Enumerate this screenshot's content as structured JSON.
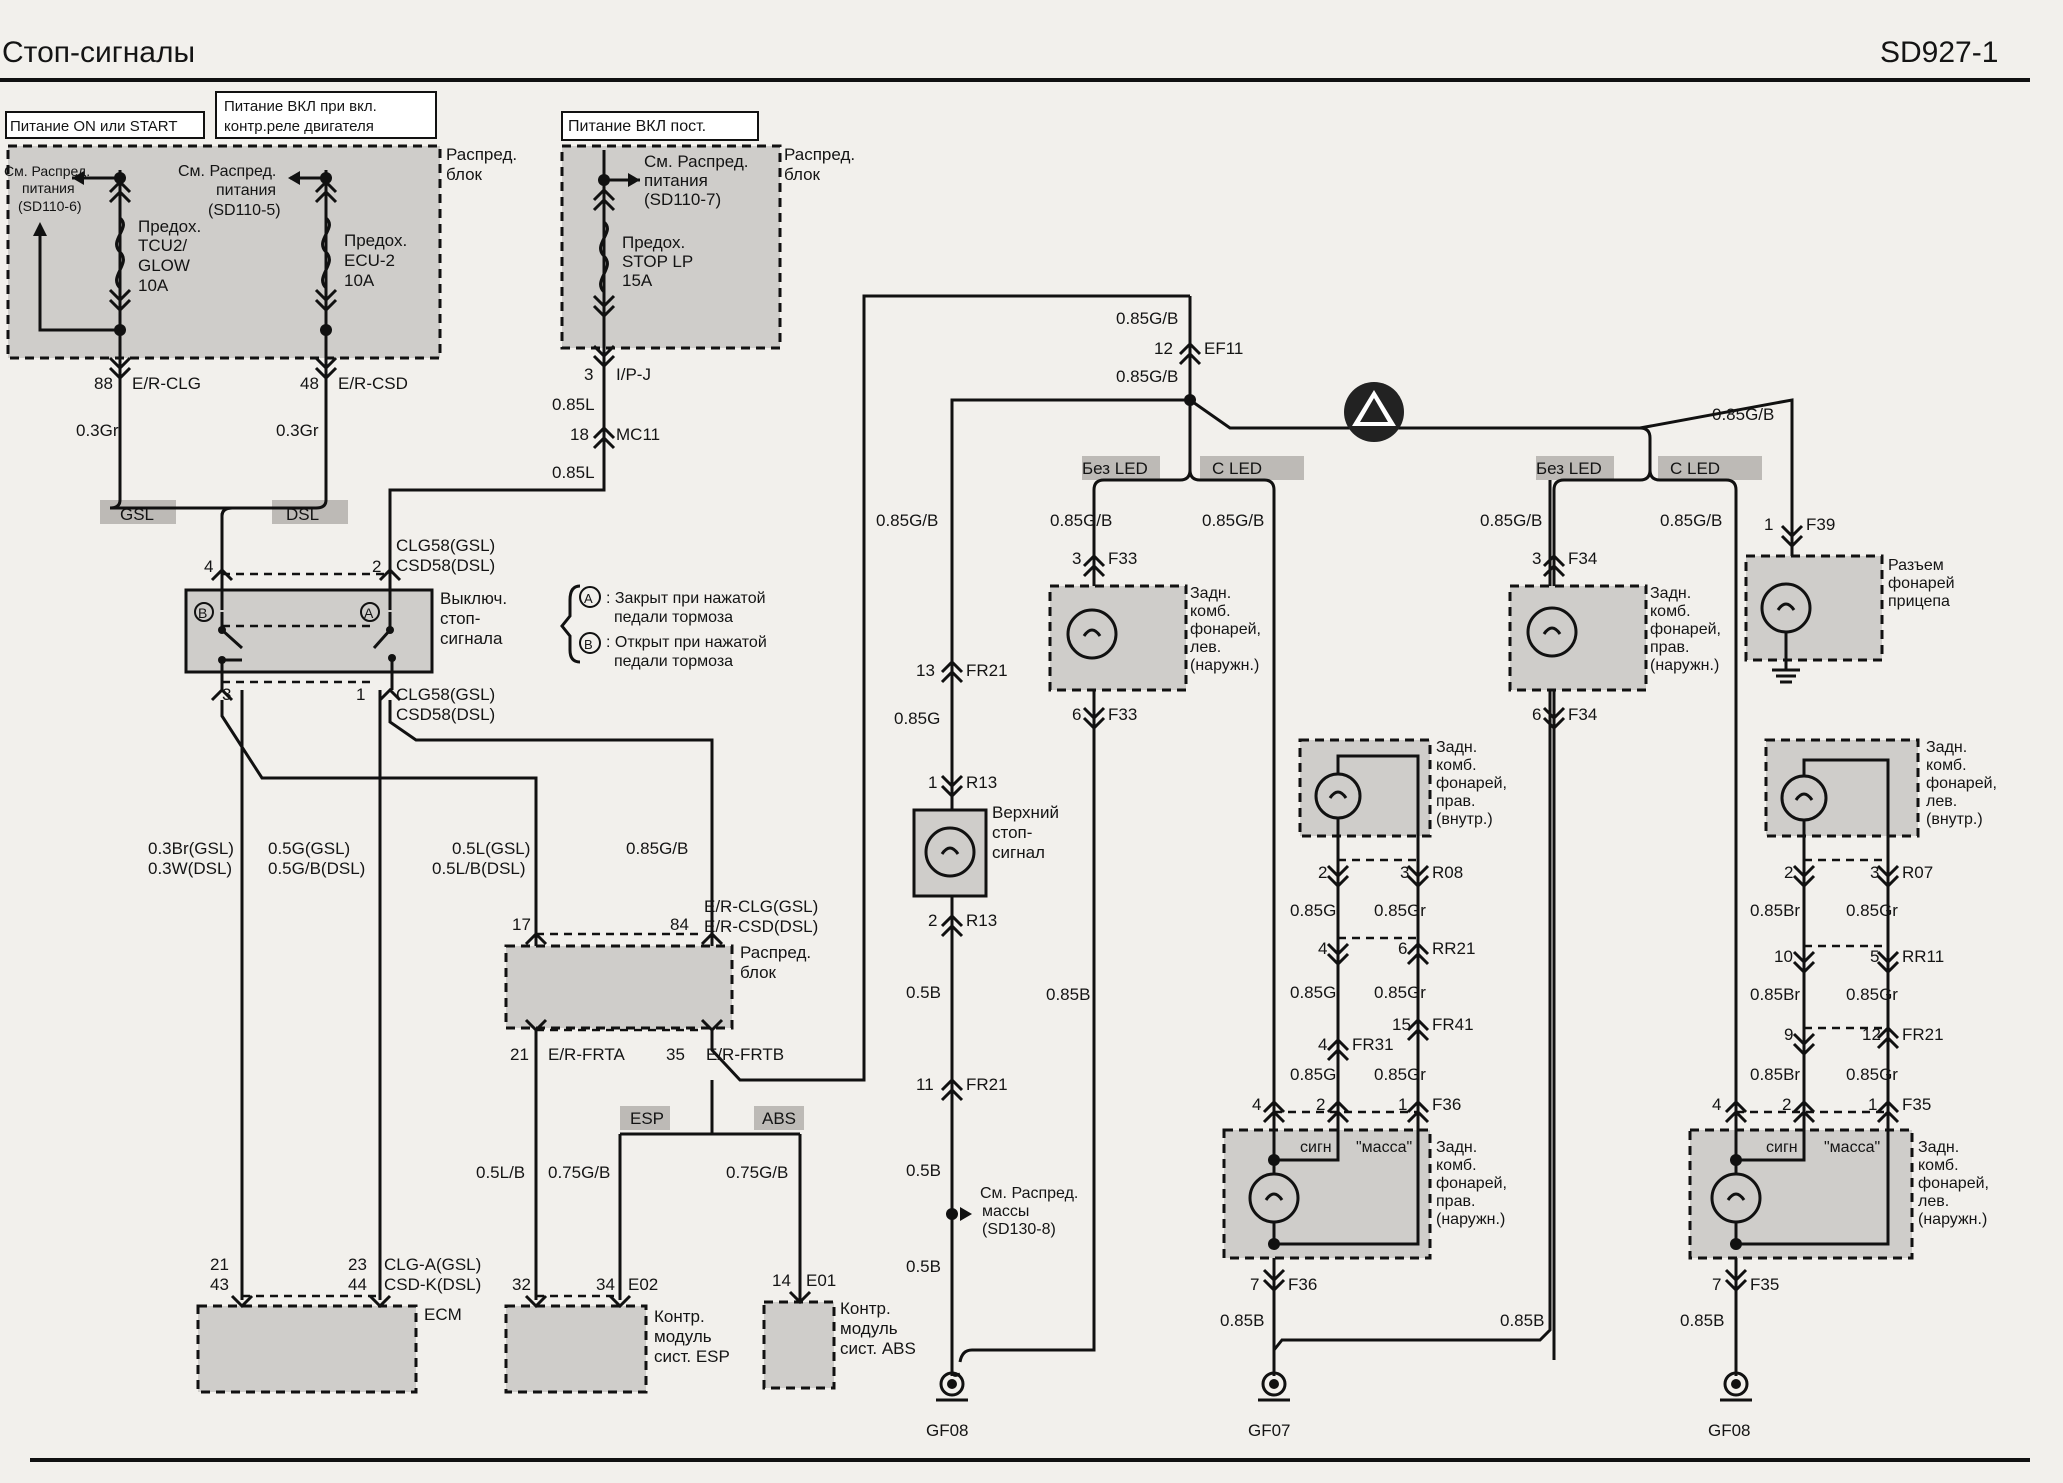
{
  "header": {
    "title": "Стоп-сигналы",
    "code": "SD927-1"
  },
  "top_left": {
    "supply_on_start": "Питание ON или START",
    "supply_relay_1": "Питание ВКЛ при вкл.",
    "supply_relay_2": "контр.реле двигателя",
    "supply_const": "Питание ВКЛ пост.",
    "ref1": [
      "См. Распред.",
      "питания",
      "(SD110-6)"
    ],
    "ref2": [
      "См. Распред.",
      "питания",
      "(SD110-5)"
    ],
    "ref3": [
      "См. Распред.",
      "питания",
      "(SD110-7)"
    ],
    "dist_block": [
      "Распред.",
      "блок"
    ],
    "fuse1": [
      "Предох.",
      "TCU2/",
      "GLOW",
      "10A"
    ],
    "fuse2": [
      "Предох.",
      "ECU-2",
      "10A"
    ],
    "fuse3": [
      "Предох.",
      "STOP LP",
      "15A"
    ],
    "pin88": "88",
    "conn_erclg": "E/R-CLG",
    "pin48": "48",
    "conn_ercsd": "E/R-CSD",
    "pin3": "3",
    "conn_ipj": "I/P-J",
    "wire_03gr_a": "0.3Gr",
    "wire_03gr_b": "0.3Gr",
    "wire_085l_a": "0.85L",
    "pin18": "18",
    "conn_mc11": "MC11",
    "wire_085l_b": "0.85L",
    "gsl": "GSL",
    "dsl": "DSL"
  },
  "switch": {
    "label": [
      "Выключ.",
      "стоп-",
      "сигнала"
    ],
    "pin4": "4",
    "pin2": "2",
    "pin3": "3",
    "pin1": "1",
    "top_conn": [
      "CLG58(GSL)",
      "CSD58(DSL)"
    ],
    "bot_conn": [
      "CLG58(GSL)",
      "CSD58(DSL)"
    ],
    "marker_a": "A",
    "marker_b": "B",
    "legend_a": ": Закрыт при нажатой",
    "legend_a2": "педали тормоза",
    "legend_b": ": Открыт при нажатой",
    "legend_b2": "педали тормоза"
  },
  "middle": {
    "w1": [
      "0.3Br(GSL)",
      "0.3W(DSL)"
    ],
    "w2": [
      "0.5G(GSL)",
      "0.5G/B(DSL)"
    ],
    "w3": [
      "0.5L(GSL)",
      "0.5L/B(DSL)"
    ],
    "w4": "0.85G/B",
    "pin17": "17",
    "pin84": "84",
    "conn84": [
      "E/R-CLG(GSL)",
      "E/R-CSD(DSL)"
    ],
    "dist_block": [
      "Распред.",
      "блок"
    ],
    "pin21": "21",
    "conn_frta": "E/R-FRTA",
    "pin35": "35",
    "conn_frtb": "E/R-FRTB",
    "esp": "ESP",
    "abs": "ABS",
    "w5": "0.5L/B",
    "w6": "0.75G/B",
    "w7": "0.75G/B",
    "ecm_pins": [
      "21",
      "43"
    ],
    "ecm_pins2": [
      "23",
      "44"
    ],
    "ecm_conn": [
      "CLG-A(GSL)",
      "CSD-K(DSL)"
    ],
    "ecm": "ECM",
    "esp_pin32": "32",
    "esp_pin34": "34",
    "esp_conn": "E02",
    "esp_label": [
      "Контр.",
      "модуль",
      "сист. ESP"
    ],
    "abs_pin14": "14",
    "abs_conn": "E01",
    "abs_label": [
      "Контр.",
      "модуль",
      "сист. ABS"
    ]
  },
  "center": {
    "w_top": "0.85G/B",
    "pin12": "12",
    "conn_ef11": "EF11",
    "w_top2": "0.85G/B",
    "w_left": "0.85G/B",
    "pin13": "13",
    "conn_fr21": "FR21",
    "w_085g": "0.85G",
    "pin1": "1",
    "conn_r13": "R13",
    "hmsl": [
      "Верхний",
      "стоп-",
      "сигнал"
    ],
    "pin2": "2",
    "conn_r13b": "R13",
    "w_05b": "0.5B",
    "pin11": "11",
    "conn_fr21b": "FR21",
    "w_05b2": "0.5B",
    "ground_ref": [
      "См. Распред.",
      "массы",
      "(SD130-8)"
    ],
    "w_05b3": "0.5B",
    "gf08": "GF08"
  },
  "left_lamp": {
    "no_led": "Без LED",
    "with_led": "С LED",
    "w1": "0.85G/B",
    "w2": "0.85G/B",
    "pin3": "3",
    "conn_f33": "F33",
    "pin6": "6",
    "conn_f33b": "F33",
    "outer_label": [
      "Задн.",
      "комб.",
      "фонарей,",
      "лев.",
      "(наружн.)"
    ],
    "w_085b": "0.85B",
    "inner_label": [
      "Задн.",
      "комб.",
      "фонарей,",
      "прав.",
      "(внутр.)"
    ],
    "p2": "2",
    "p3": "3",
    "conn_r08": "R08",
    "w_a": "0.85G",
    "w_b": "0.85Gr",
    "p4": "4",
    "p6": "6",
    "conn_rr21": "RR21",
    "w_c": "0.85G",
    "w_d": "0.85Gr",
    "p15": "15",
    "conn_fr41": "FR41",
    "p4b": "4",
    "conn_fr31": "FR31",
    "w_e": "0.85G",
    "w_f": "0.85Gr",
    "p4c": "4",
    "p2c": "2",
    "p1c": "1",
    "conn_f36": "F36",
    "sig": "сигн",
    "mass": "\"масса\"",
    "outer2_label": [
      "Задн.",
      "комб.",
      "фонарей,",
      "прав.",
      "(наружн.)"
    ],
    "p7": "7",
    "conn_f36b": "F36",
    "w_g": "0.85B",
    "w_h": "0.85B",
    "gf07": "GF07"
  },
  "right_lamp": {
    "no_led": "Без LED",
    "with_led": "С LED",
    "w1": "0.85G/B",
    "w2": "0.85G/B",
    "w3": "0.85G/B",
    "pin3": "3",
    "conn_f34": "F34",
    "pin6": "6",
    "conn_f34b": "F34",
    "outer_label": [
      "Задн.",
      "комб.",
      "фонарей,",
      "прав.",
      "(наружн.)"
    ],
    "pin1": "1",
    "conn_f39": "F39",
    "trailer": [
      "Разъем",
      "фонарей",
      "прицепа"
    ],
    "inner_label": [
      "Задн.",
      "комб.",
      "фонарей,",
      "лев.",
      "(внутр.)"
    ],
    "p2": "2",
    "p3": "3",
    "conn_r07": "R07",
    "w_a": "0.85Br",
    "w_b": "0.85Gr",
    "p10": "10",
    "p5": "5",
    "conn_rr11": "RR11",
    "w_c": "0.85Br",
    "w_d": "0.85Gr",
    "p9": "9",
    "p12": "12",
    "conn_fr21": "FR21",
    "w_e": "0.85Br",
    "w_f": "0.85Gr",
    "p4c": "4",
    "p2c": "2",
    "p1c": "1",
    "conn_f35": "F35",
    "sig": "сигн",
    "mass": "\"масса\"",
    "outer2_label": [
      "Задн.",
      "комб.",
      "фонарей,",
      "лев.",
      "(наружн.)"
    ],
    "p7": "7",
    "conn_f35b": "F35",
    "w_g": "0.85B",
    "gf08": "GF08"
  }
}
